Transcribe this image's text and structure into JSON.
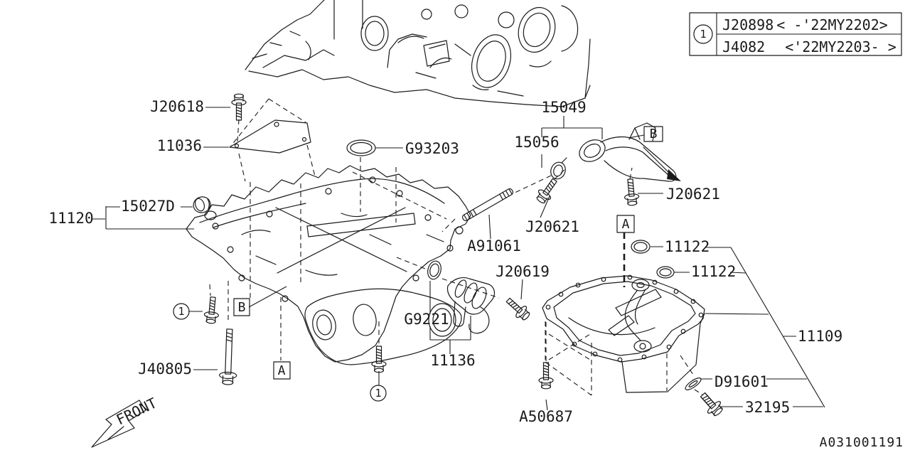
{
  "drawing_number": "A031001191",
  "front_label": "FRONT",
  "legend": {
    "marker": "1",
    "rows": [
      {
        "part": "J20898",
        "range": "< -'22MY2202>"
      },
      {
        "part": "J4082",
        "range": "<'22MY2203- >"
      }
    ]
  },
  "parts": {
    "j20618": "J20618",
    "p11036": "11036",
    "g93203": "G93203",
    "p15049": "15049",
    "p15056": "15056",
    "j20621": "J20621",
    "p11120": "11120",
    "p15027d": "15027D",
    "a91061": "A91061",
    "j20619": "J20619",
    "g9221": "G9221",
    "p11136": "11136",
    "p11122": "11122",
    "p11109": "11109",
    "j40805": "J40805",
    "a50687": "A50687",
    "d91601": "D91601",
    "p32195": "32195"
  },
  "markers": {
    "a": "A",
    "b": "B",
    "one": "1"
  },
  "colors": {
    "ink": "#1a1a1a",
    "background": "#ffffff"
  }
}
